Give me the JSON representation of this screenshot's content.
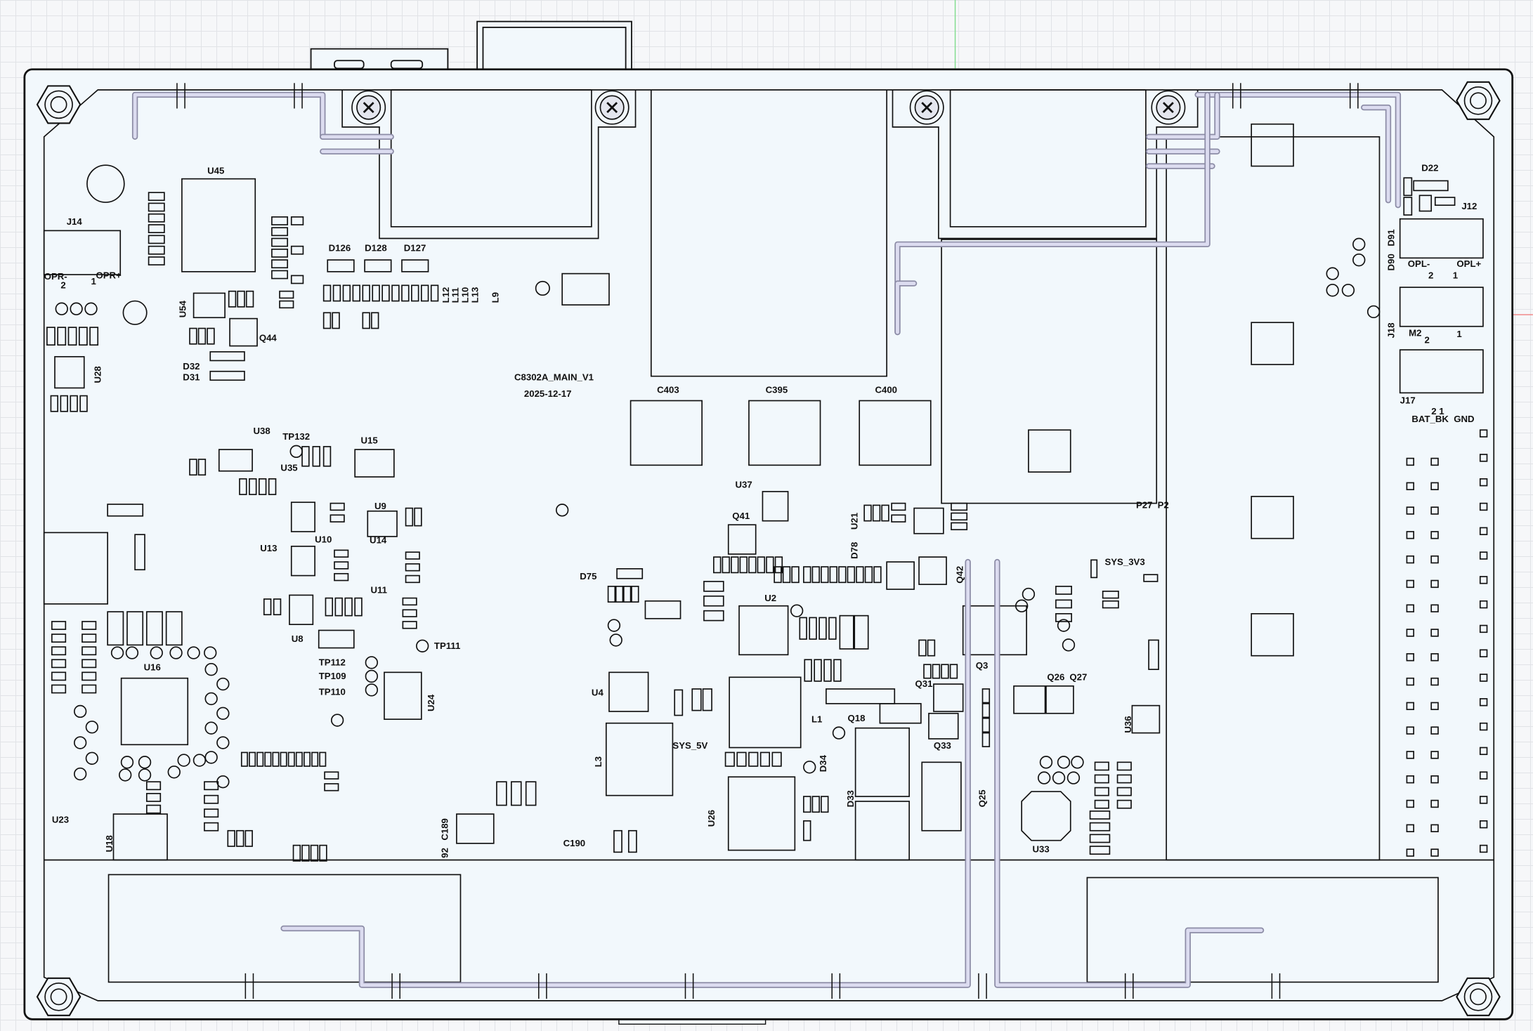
{
  "board": {
    "name": "C8302A_MAIN_V1",
    "date": "2025-12-17",
    "colors": {
      "board_fill": "#f2f8fc",
      "outline": "#111111",
      "rail": "#d9d9ee",
      "rail_edge": "#8c8ca6",
      "axis_y": "#7ddc8a",
      "axis_x": "#f08080"
    }
  },
  "labels": [
    "U45",
    "J14",
    "OPR-",
    "2",
    "1",
    "OPR+",
    "U54",
    "Q44",
    "D32",
    "D31",
    "U28",
    "D126",
    "D128",
    "D127",
    "L12",
    "L11",
    "L10",
    "L13",
    "L9",
    "C403",
    "C395",
    "C400",
    "U38",
    "TP132",
    "U15",
    "U35",
    "U9",
    "U10",
    "U14",
    "U13",
    "U11",
    "U8",
    "TP111",
    "TP112",
    "TP109",
    "TP110",
    "U16",
    "U24",
    "U23",
    "U18",
    "92",
    "C189",
    "C190",
    "U37",
    "Q41",
    "U21",
    "D78",
    "D75",
    "U2",
    "Q42",
    "SYS_3V3",
    "Q3",
    "Q26",
    "Q27",
    "Q31",
    "U4",
    "L1",
    "Q18",
    "Q33",
    "U36",
    "L3",
    "SYS_5V",
    "D34",
    "D33",
    "Q25",
    "U26",
    "U33",
    "D22",
    "J12",
    "D91",
    "D90",
    "OPL-",
    "OPL+",
    "2",
    "1",
    "J18",
    "M2",
    "2",
    "1",
    "J17",
    "2 1",
    "BAT_BK",
    "GND",
    "P27",
    "P2"
  ],
  "icons": [
    "mounting-hole-icon",
    "screw-icon"
  ]
}
